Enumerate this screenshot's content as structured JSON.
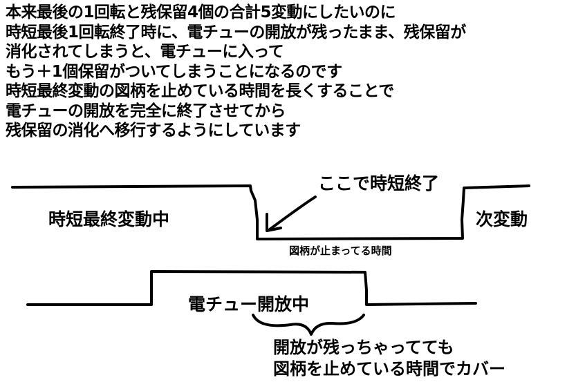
{
  "explanation": {
    "lines": [
      "本来最後の1回転と残保留4個の合計5変動にしたいのに",
      "時短最後1回転終了時に、電チューの開放が残ったまま、残保留が",
      "消化されてしまうと、電チューに入って",
      "もう＋1個保留がついてしまうことになるのです",
      "時短最終変動の図柄を止めている時間を長くすることで",
      "電チューの開放を完全に終了させてから",
      "残保留の消化へ移行するようにしています"
    ]
  },
  "diagram": {
    "jitan_end_label": "ここで時短終了",
    "final_variation_label": "時短最終変動中",
    "next_variation_label": "次変動",
    "symbols_stopped_label": "図柄が止まってる時間",
    "tulip_open_label": "電チュー開放中",
    "cover_note_lines": [
      "開放が残っちゃってても",
      "図柄を止めている時間でカバー"
    ]
  }
}
